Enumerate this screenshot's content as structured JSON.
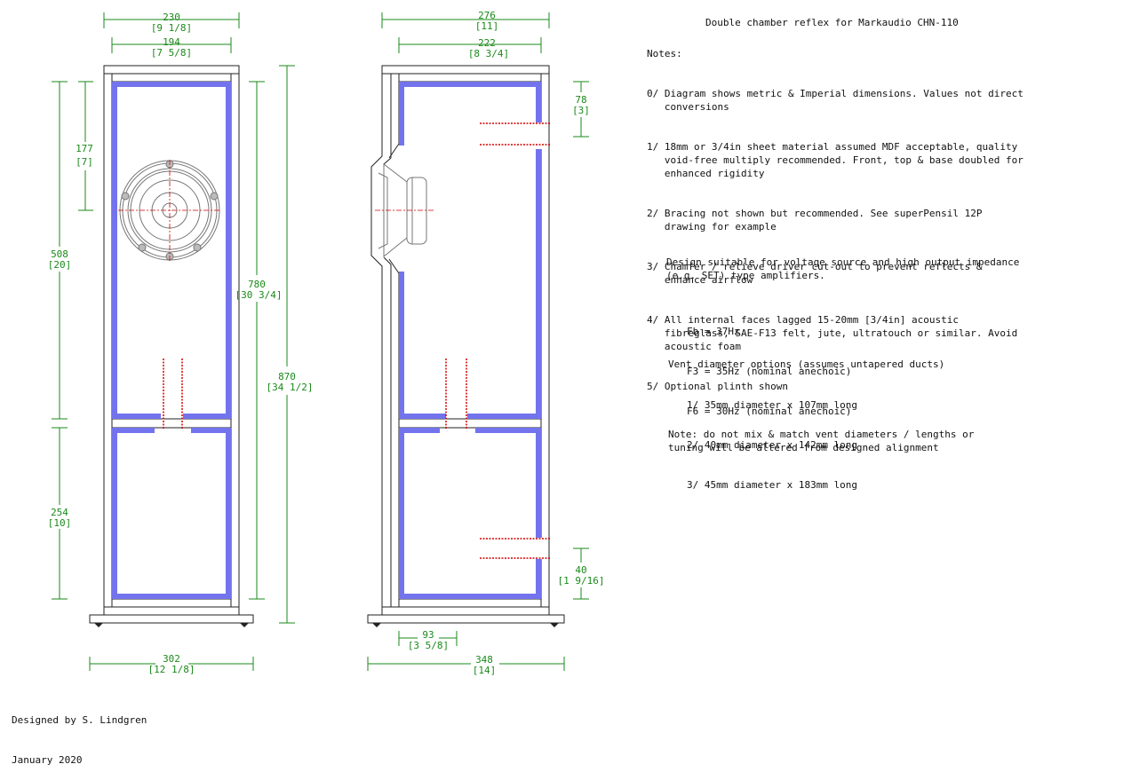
{
  "title": "Double chamber reflex for Markaudio CHN-110",
  "notes_heading": "Notes:",
  "notes": [
    "0/ Diagram shows metric & Imperial dimensions. Values not direct\n   conversions",
    "1/ 18mm or 3/4in sheet material assumed MDF acceptable, quality\n   void-free multiply recommended. Front, top & base doubled for\n   enhanced rigidity",
    "2/ Bracing not shown but recommended. See superPensil 12P\n   drawing for example",
    "3/ Chamfer / relieve driver cut-out to prevent reflects &\n   enhance airflow",
    "4/ All internal faces lagged 15-20mm [3/4in] acoustic\n   fibreglass, SAE-F13 felt, jute, ultratouch or similar. Avoid\n   acoustic foam",
    "5/ Optional plinth shown"
  ],
  "design_text": "Design suitable for voltage source and high output impedance\n(e.g. SET) type amplifiers.",
  "params": [
    "Fb = 37Hz",
    "F3 = 35Hz (nominal anechoic)",
    "F6 = 30Hz (nominal anechoic)"
  ],
  "vent_heading": "Vent diameter options (assumes untapered ducts)",
  "vent_options": [
    "1/ 35mm diameter x 107mm long",
    "2/ 40mm diameter x 142mm long",
    "3/ 45mm diameter x 183mm long"
  ],
  "vent_note": "Note: do not mix & match vent diameters / lengths or\ntuning will be altered from designed alignment",
  "credit": [
    "Designed by S. Lindgren",
    "January 2020"
  ],
  "dims": {
    "front_width_outer": [
      "230",
      "[9 1/8]"
    ],
    "front_width_inner": [
      "194",
      "[7 5/8]"
    ],
    "driver_height": [
      "177",
      "[7]"
    ],
    "upper_chamber": [
      "508",
      "[20]"
    ],
    "lower_chamber": [
      "254",
      "[10]"
    ],
    "cabinet_height": [
      "780",
      "[30 3/4]"
    ],
    "total_height": [
      "870",
      "[34 1/2]"
    ],
    "plinth_width": [
      "302",
      "[12 1/8]"
    ],
    "side_depth_outer": [
      "276",
      "[11]"
    ],
    "side_depth_inner": [
      "222",
      "[8 3/4]"
    ],
    "top_vent_offset": [
      "78",
      "[3]"
    ],
    "bottom_vent_offset": [
      "40",
      "[1 9/16]"
    ],
    "foot_offset": [
      "93",
      "[3 5/8]"
    ],
    "plinth_depth": [
      "348",
      "[14]"
    ]
  },
  "colors": {
    "dimension": "#1a8a1a",
    "lagging": "#7373ee",
    "vent": "#d40000",
    "panel": "#222222"
  }
}
